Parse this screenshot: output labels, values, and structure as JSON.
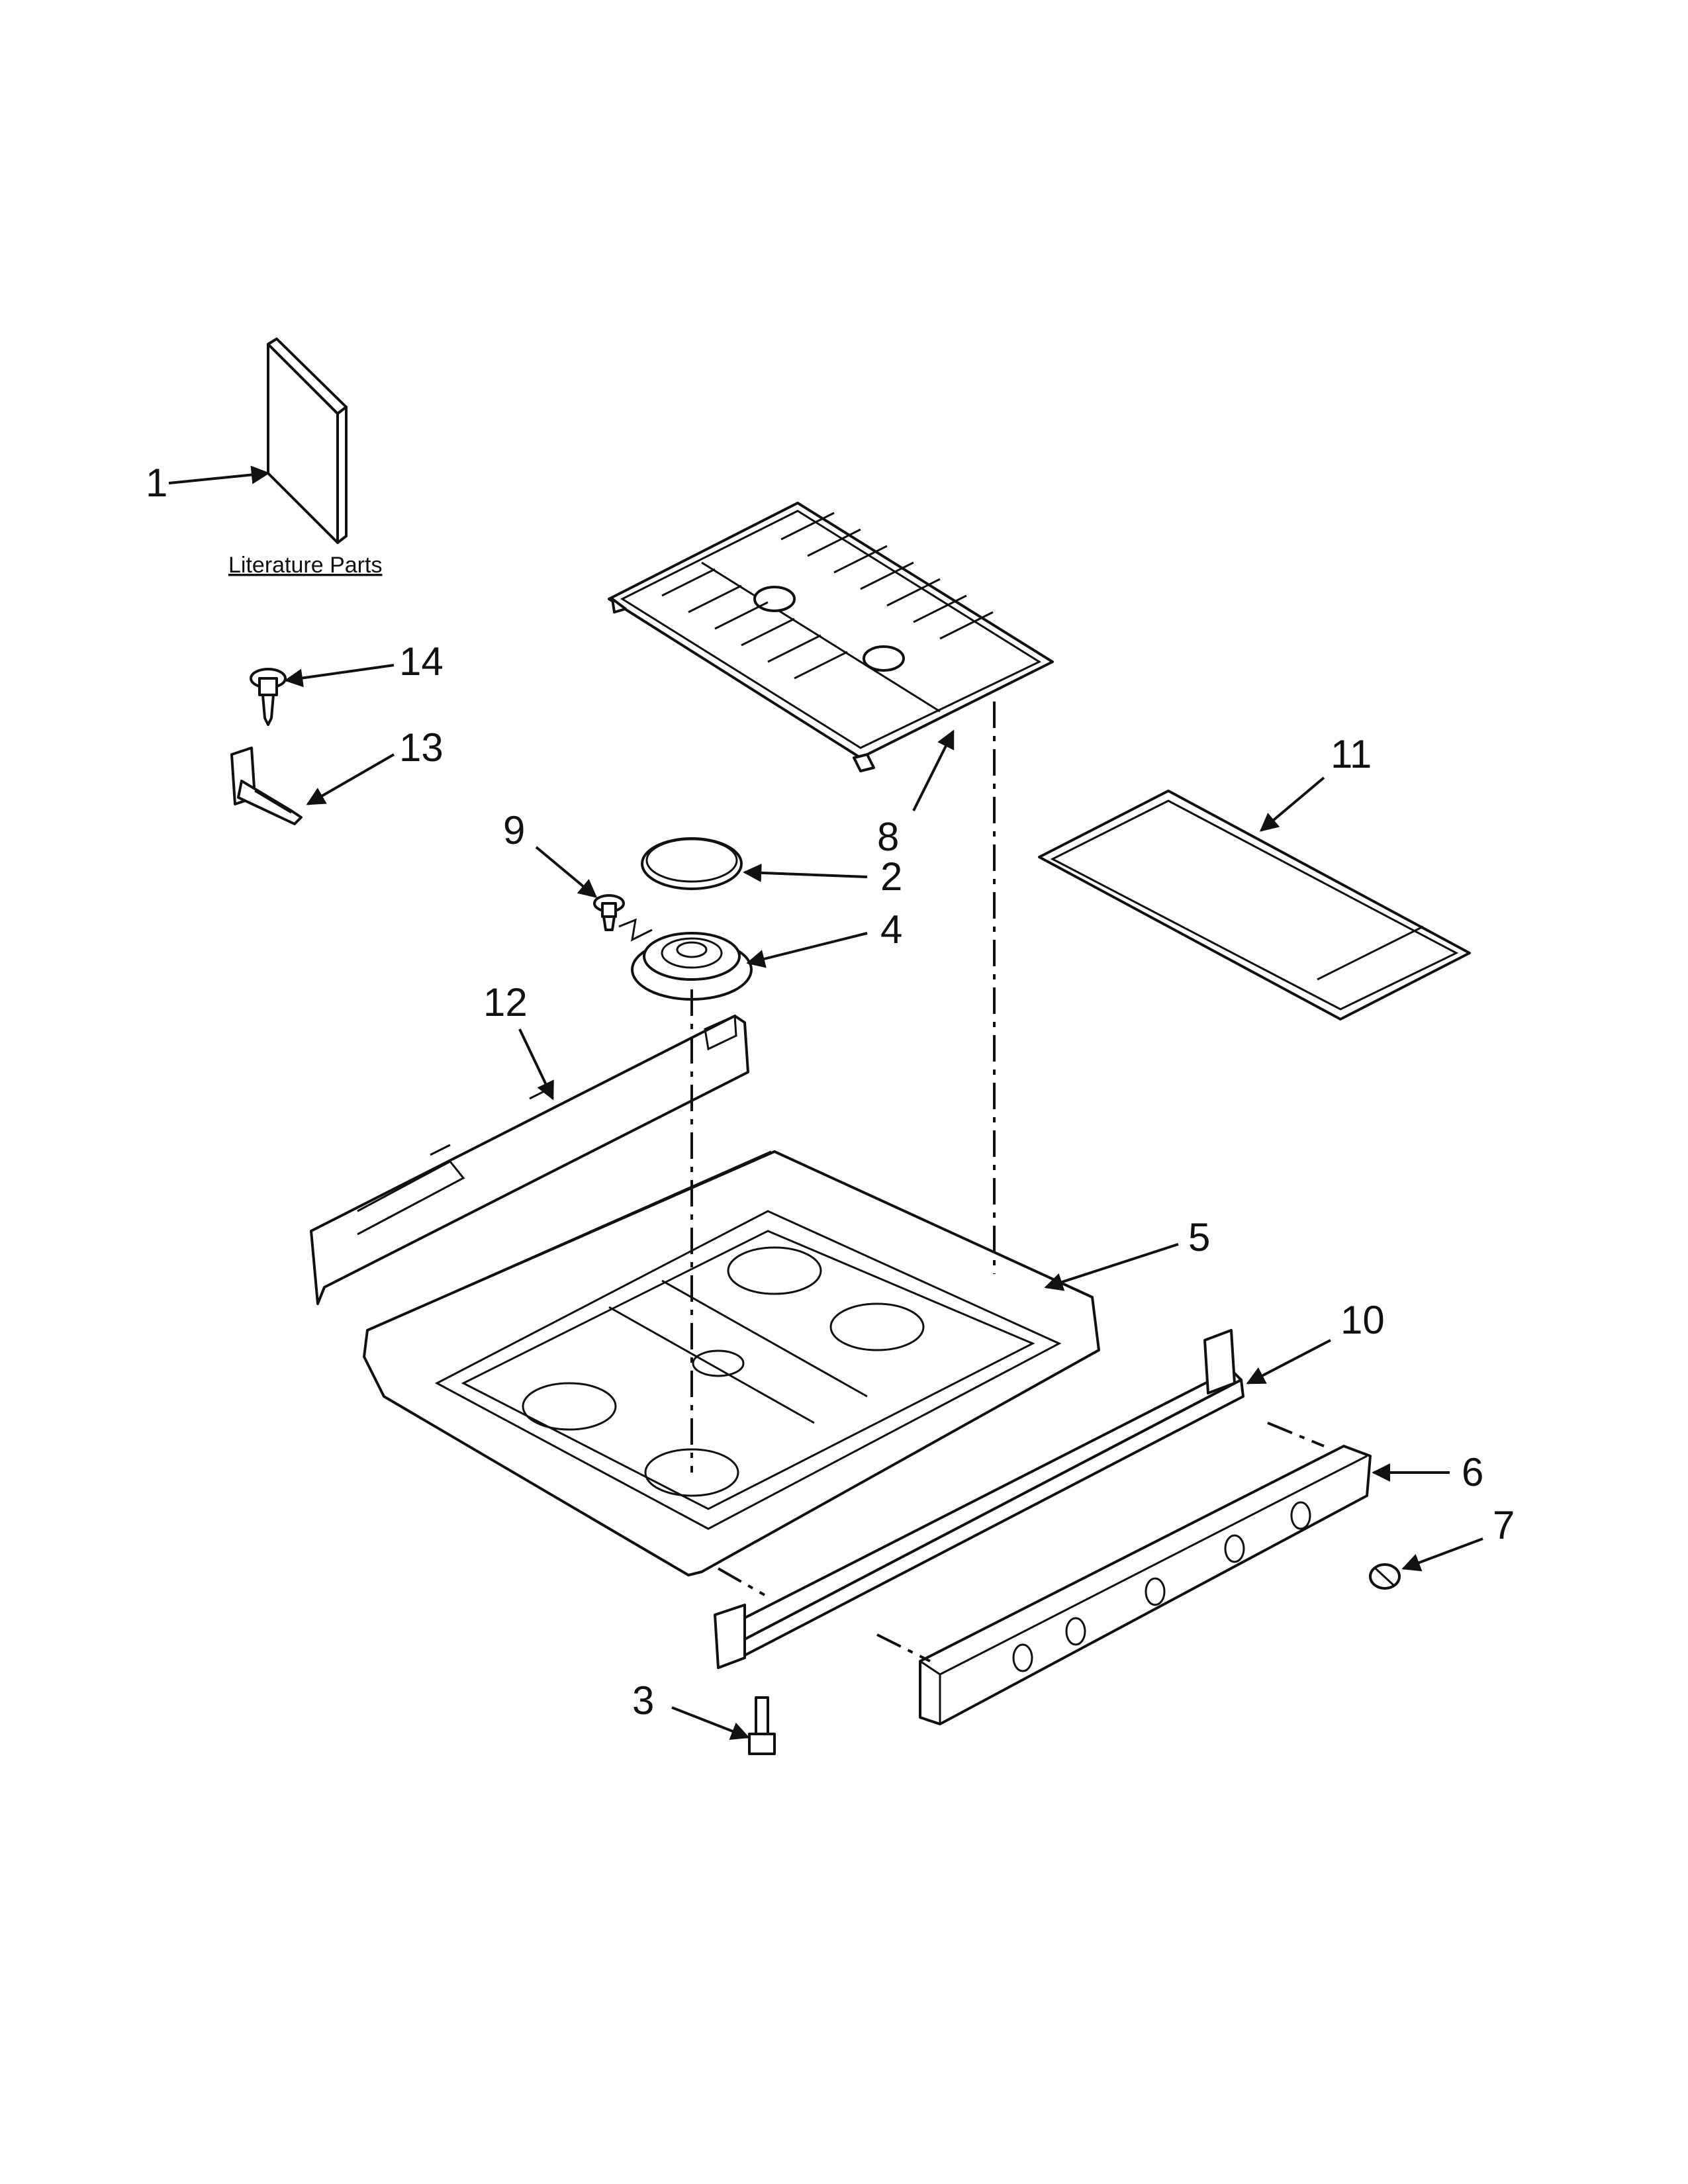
{
  "caption": "Literature Parts",
  "callouts": {
    "c1": "1",
    "c2": "2",
    "c3": "3",
    "c4": "4",
    "c5": "5",
    "c6": "6",
    "c7": "7",
    "c8": "8",
    "c9": "9",
    "c10": "10",
    "c11": "11",
    "c12": "12",
    "c13": "13",
    "c14": "14"
  }
}
